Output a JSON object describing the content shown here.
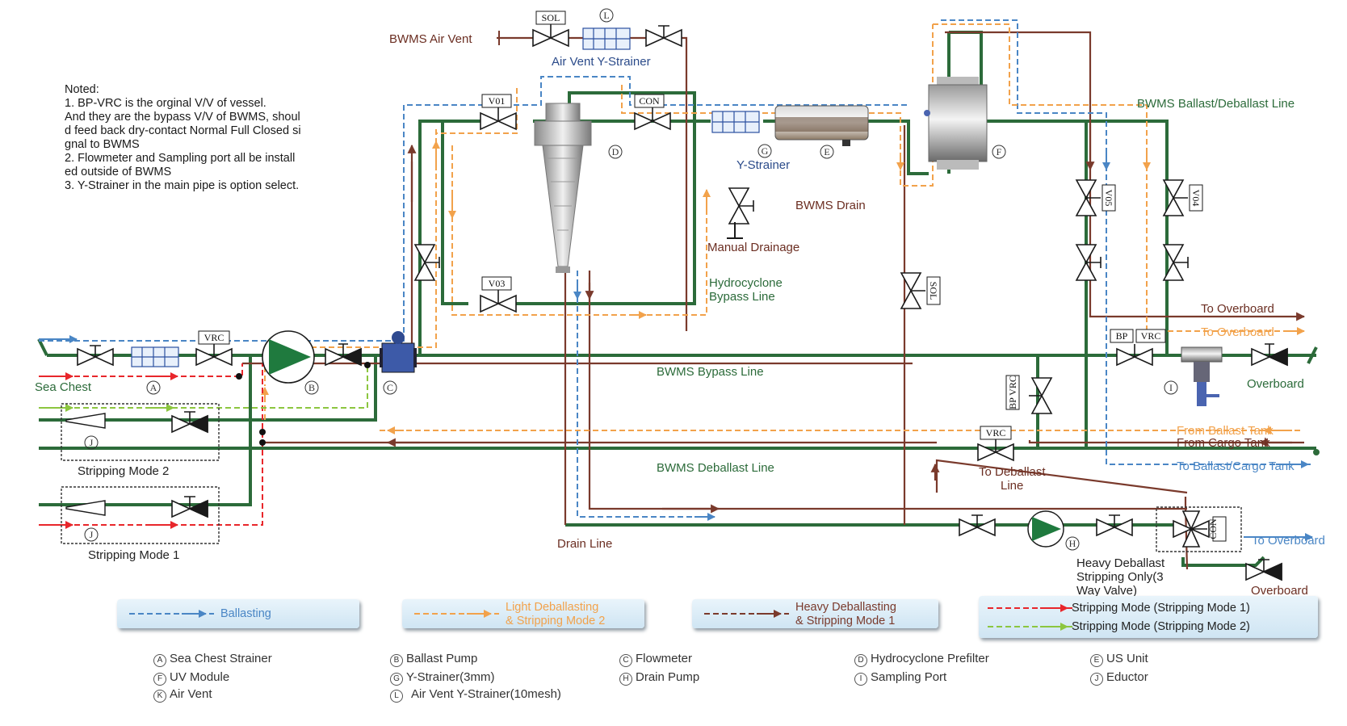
{
  "colors": {
    "pipe_green": "#2c6b3a",
    "ballasting_blue": "#4a86c5",
    "light_deballast_orange": "#f2a24b",
    "heavy_deballast_brown": "#7a3a2c",
    "stripping1_red": "#e8262b",
    "stripping2_green": "#8cc63f",
    "label_green": "#2c6b3a",
    "label_brown": "#6b2e22"
  },
  "notes": {
    "heading": "Noted:",
    "lines": [
      "1. BP-VRC is the orginal V/V of vessel.",
      "And they are the bypass V/V of BWMS, shoul",
      "d feed back dry-contact Normal Full Closed si",
      "gnal to BWMS",
      "2. Flowmeter and Sampling port all  be install",
      "ed outside of BWMS",
      "3. Y-Strainer in the main pipe is option select."
    ]
  },
  "labels": {
    "bwms_air_vent": "BWMS Air Vent",
    "air_vent_y_strainer": "Air Vent Y-Strainer",
    "bwms_ballast_deballast_line": "BWMS Ballast/Deballast Line",
    "y_strainer": "Y-Strainer",
    "bwms_drain": "BWMS Drain",
    "manual_drainage": "Manual Drainage",
    "hydrocyclone_bypass_1": "Hydrocyclone",
    "hydrocyclone_bypass_2": "Bypass Line",
    "to_overboard_1": "To Overboard",
    "to_overboard_2": "To Overboard",
    "overboard_main": "Overboard",
    "sea_chest": "Sea Chest",
    "bwms_bypass_line": "BWMS Bypass Line",
    "from_ballast_tank": "From Ballast Tank",
    "from_cargo_tank": "From Cargo Tank",
    "to_ballast_cargo_tank": "To Ballast/Cargo Tank",
    "stripping_mode_2": "Stripping Mode 2",
    "stripping_mode_1": "Stripping Mode 1",
    "bwms_deballast_line": "BWMS Deballast Line",
    "to_deballast_line_1": "To Deballast",
    "to_deballast_line_2": "Line",
    "drain_line": "Drain Line",
    "to_overboard_3": "To Overboard",
    "heavy_deballast_1": "Heavy Deballast",
    "heavy_deballast_2": "Stripping Only(3",
    "heavy_deballast_3": "Way Valve)",
    "overboard_bottom": "Overboard"
  },
  "tags": {
    "sol_top": "SOL",
    "v01": "V01",
    "con_top": "CON",
    "v03": "V03",
    "vrc_main": "VRC",
    "bp": "BP",
    "vrc_right": "VRC",
    "bp_vrc_vertical": "BP VRC",
    "vrc_deballast": "VRC",
    "v05": "V05",
    "v04": "V04",
    "sol_drain": "SOL",
    "con_bottom": "CON"
  },
  "markers": {
    "A": "A",
    "B": "B",
    "C": "C",
    "D": "D",
    "E": "E",
    "F": "F",
    "G": "G",
    "H": "H",
    "I": "I",
    "J1": "J",
    "J2": "J",
    "L": "L"
  },
  "legend": {
    "ballasting": "Ballasting",
    "light_1": "Light Deballasting",
    "light_2": "& Stripping Mode 2",
    "heavy_1": "Heavy Deballasting",
    "heavy_2": "& Stripping Mode 1",
    "strip1": "Stripping Mode  (Stripping Mode 1)",
    "strip2": "Stripping Mode  (Stripping Mode 2)"
  },
  "key": [
    {
      "letter": "A",
      "text": "Sea Chest Strainer"
    },
    {
      "letter": "B",
      "text": "Ballast Pump"
    },
    {
      "letter": "C",
      "text": "Flowmeter"
    },
    {
      "letter": "D",
      "text": "Hydrocyclone Prefilter"
    },
    {
      "letter": "E",
      "text": "US Unit"
    },
    {
      "letter": "F",
      "text": "UV Module"
    },
    {
      "letter": "G",
      "text": "Y-Strainer(3mm)"
    },
    {
      "letter": "H",
      "text": "Drain Pump"
    },
    {
      "letter": "I",
      "text": "Sampling Port"
    },
    {
      "letter": "J",
      "text": "Eductor"
    },
    {
      "letter": "K",
      "text": "Air Vent"
    },
    {
      "letter": "L",
      "text": "Air Vent Y-Strainer(10mesh)"
    }
  ]
}
